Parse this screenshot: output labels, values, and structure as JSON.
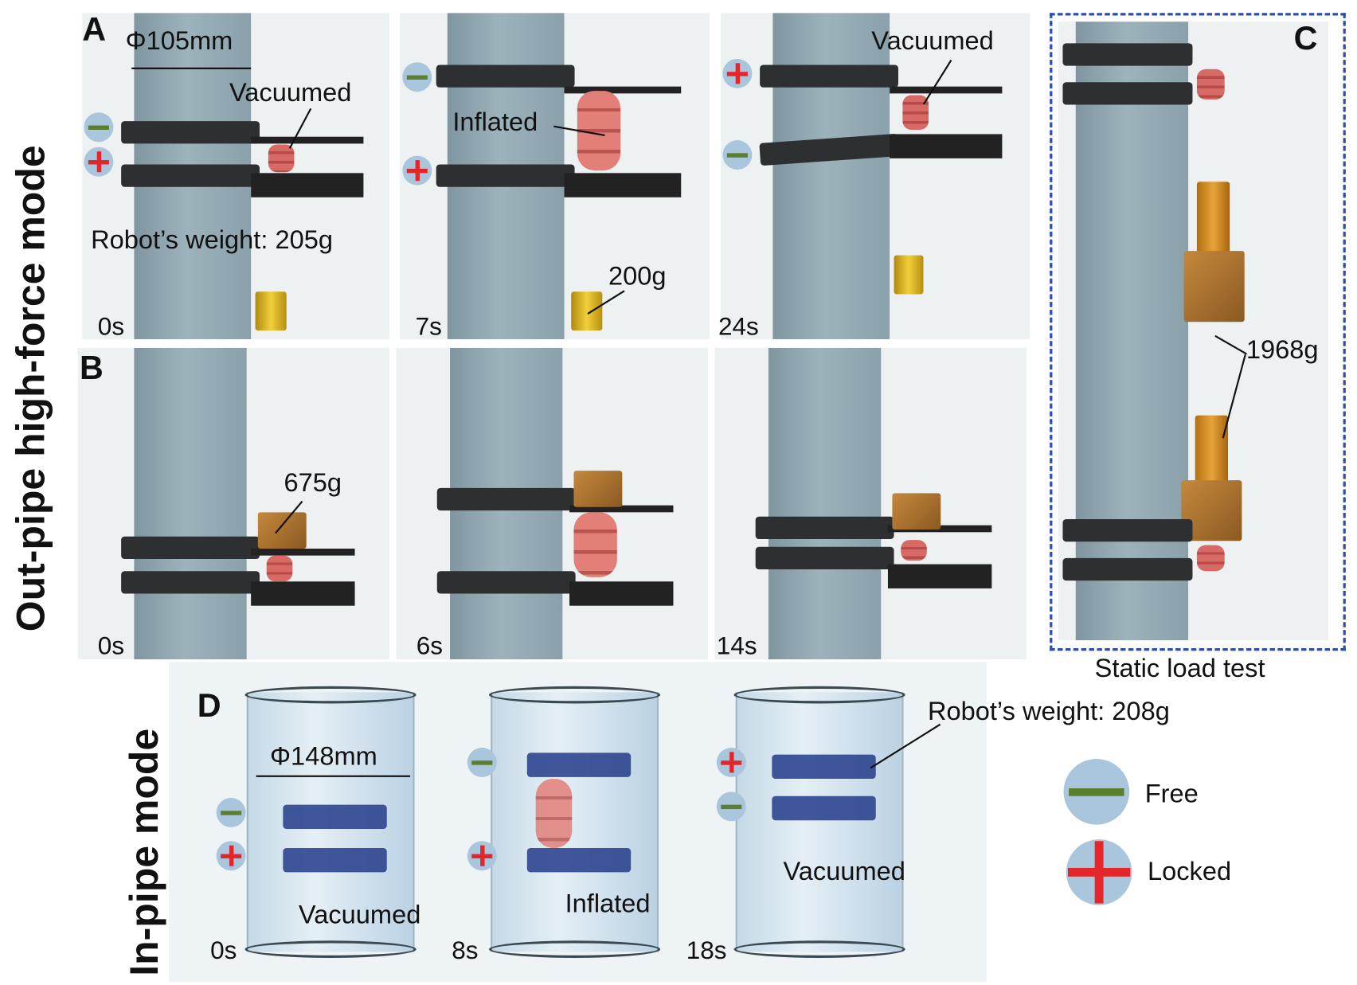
{
  "side_labels": {
    "out_pipe": "Out-pipe high-force mode",
    "in_pipe": "In-pipe mode"
  },
  "panel_a": {
    "letter": "A",
    "diameter": "Φ105mm",
    "vacuumed": "Vacuumed",
    "inflated": "Inflated",
    "robot_weight": "Robot’s weight: 205g",
    "load": "200g",
    "times": [
      "0s",
      "7s",
      "24s"
    ]
  },
  "panel_b": {
    "letter": "B",
    "load": "675g",
    "times": [
      "0s",
      "6s",
      "14s"
    ]
  },
  "panel_c": {
    "letter": "C",
    "load": "1968g",
    "caption": "Static load test"
  },
  "panel_d": {
    "letter": "D",
    "diameter": "Φ148mm",
    "robot_weight": "Robot’s weight: 208g",
    "vacuumed": "Vacuumed",
    "inflated": "Inflated",
    "times": [
      "0s",
      "8s",
      "18s"
    ]
  },
  "legend": {
    "free": "Free",
    "locked": "Locked"
  },
  "colors": {
    "dashed_border": "#2d4fa8",
    "locked": "#e3262a",
    "free": "#5a7f2e",
    "sign_bg": "#a9c6dc"
  }
}
